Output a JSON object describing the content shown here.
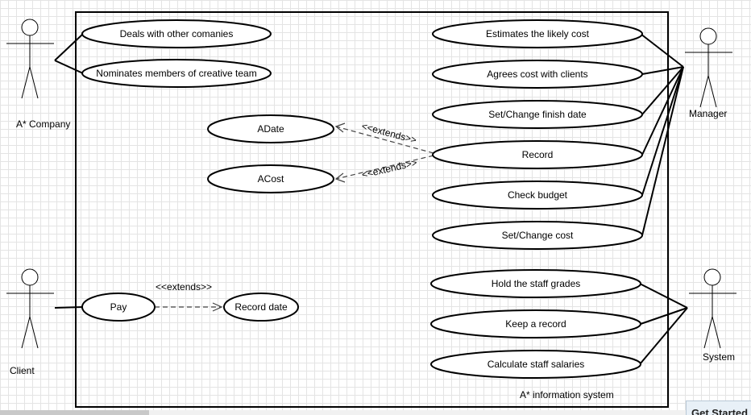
{
  "system_boundary": {
    "label": "A* information system"
  },
  "actors": {
    "company": "A* Company",
    "client": "Client",
    "manager": "Manager",
    "system": "System"
  },
  "use_cases": {
    "deals": "Deals with other comanies",
    "nominates": "Nominates members of creative team",
    "adate": "ADate",
    "acost": "ACost",
    "pay": "Pay",
    "record_date": "Record date",
    "estimates": "Estimates the likely cost",
    "agrees": "Agrees cost with clients",
    "finish_date": "Set/Change finish date",
    "record": "Record",
    "check_budget": "Check budget",
    "set_cost": "Set/Change cost",
    "staff_grades": "Hold the staff grades",
    "keep_record": "Keep a record",
    "salaries": "Calculate staff salaries"
  },
  "relations": {
    "extends_adate": "<<extends>>",
    "extends_acost": "<<extends>>",
    "extends_pay": "<<extends>>"
  },
  "footer": {
    "get_started": "Get Started"
  }
}
